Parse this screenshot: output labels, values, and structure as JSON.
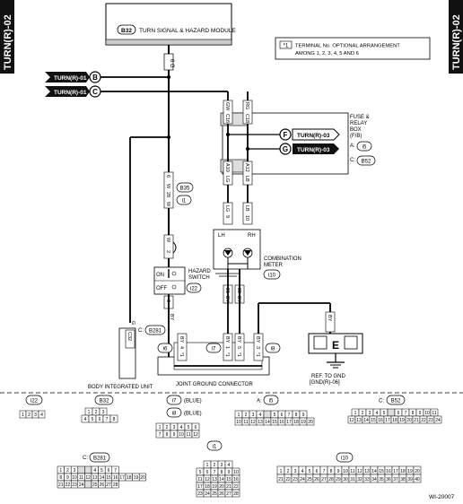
{
  "page_tags": {
    "left": "TURN(R)-02",
    "right": "TURN(R)-02"
  },
  "module": {
    "code": "B32",
    "name": "TURN SIGNAL & HAZARD MODULE",
    "pin": "6"
  },
  "note": {
    "symbol": "*1",
    "line1": "TERMINAL No. OPTIONAL ARRANGEMENT",
    "line2": "AMONG 1, 2, 3, 4, 5 AND 6"
  },
  "refs": {
    "turn_r01_b": {
      "text": "TURN(R)-01",
      "letter": "B"
    },
    "turn_r01_c": {
      "text": "TURN(R)-01",
      "letter": "C"
    },
    "turn_r03_f": {
      "text": "TURN(R)-03",
      "letter": "F"
    },
    "turn_r03_g": {
      "text": "TURN(R)-03",
      "letter": "G"
    }
  },
  "fuse_box": {
    "title1": "FUSE &",
    "title2": "RELAY",
    "title3": "BOX",
    "title4": "(F/B)",
    "a_label": "A:",
    "a_code": "i5",
    "c_label": "C:",
    "c_code": "B52",
    "pin_c16": "C16",
    "pin_c18": "C18",
    "pin_a10": "A10",
    "pin_a12": "A12"
  },
  "wires": {
    "gw": "GW",
    "rg": "RG",
    "lb": "LB",
    "lg": "LG",
    "w": "W",
    "by": "BY",
    "g": "G"
  },
  "connectors": {
    "b35": "B35",
    "i1": "i1",
    "i1_pin": "28",
    "b35_pin": "6",
    "hz_pin2": "2",
    "hz_pin3": "3"
  },
  "hazard": {
    "name1": "HAZARD",
    "name2": "SWITCH",
    "on": "ON",
    "off": "OFF",
    "code": "i22"
  },
  "meter": {
    "lh": "LH",
    "rh": "RH",
    "name1": "COMBINATION",
    "name2": "METER",
    "code": "i10",
    "pin_9": "9",
    "pin_10": "10",
    "pin_21": "21",
    "pin_22": "22"
  },
  "biu": {
    "code": "B281",
    "label_prefix": "C:",
    "pin": "C32",
    "name": "BODY INTEGRATED UNIT"
  },
  "jgc": {
    "name": "JOINT GROUND CONNECTOR",
    "i6": "i6",
    "i7": "i7",
    "i8": "i8",
    "pin4": "4",
    "pin1": "1",
    "pin5": "5",
    "pin3": "3",
    "mark": "*1"
  },
  "ground": {
    "letter": "E",
    "ref1": "REF. TO GND",
    "ref2": "[GND(R)-06]"
  },
  "legend": {
    "i22": {
      "code": "i22",
      "rows": [
        [
          "1",
          "2",
          "3",
          "4"
        ]
      ]
    },
    "b32": {
      "code": "B32",
      "rows": [
        [
          "1",
          "2",
          "3"
        ],
        [
          "4",
          "5",
          "6",
          "7",
          "8"
        ]
      ]
    },
    "i7": {
      "code": "i7",
      "suffix": "(BLUE)"
    },
    "i8": {
      "code": "i8",
      "suffix": "(BLUE)",
      "rows": [
        [
          "1",
          "2",
          "3",
          "4",
          "5",
          "6"
        ],
        [
          "7",
          "8",
          "9",
          "10",
          "11",
          "12"
        ]
      ]
    },
    "i5": {
      "prefix": "A:",
      "code": "i5",
      "rows": [
        [
          "1",
          "2",
          "3",
          "4",
          "",
          "5",
          "6",
          "7",
          "8",
          "9"
        ],
        [
          "10",
          "11",
          "12",
          "13",
          "14",
          "15",
          "16",
          "17",
          "18",
          "19",
          "20"
        ]
      ]
    },
    "b52": {
      "prefix": "C:",
      "code": "B52",
      "rows": [
        [
          "1",
          "2",
          "3",
          "4",
          "5",
          "",
          "6",
          "7",
          "8",
          "9",
          "10",
          "11"
        ],
        [
          "12",
          "13",
          "14",
          "15",
          "16",
          "17",
          "18",
          "19",
          "20",
          "21",
          "22",
          "23",
          "24"
        ]
      ]
    },
    "b281": {
      "prefix": "C:",
      "code": "B281",
      "rows": [
        [
          "1",
          "2",
          "3",
          "",
          "",
          "4",
          "5",
          "6",
          "7"
        ],
        [
          "8",
          "9",
          "10",
          "11",
          "12",
          "13",
          "14",
          "15",
          "16",
          "17",
          "18",
          "19",
          "20"
        ],
        [
          "21",
          "22",
          "23",
          "24",
          "",
          "25",
          "26",
          "27",
          "28"
        ]
      ]
    },
    "i1": {
      "code": "i1",
      "rows": [
        [
          "1",
          "2",
          "3",
          "4"
        ],
        [
          "5",
          "6",
          "7",
          "8",
          "9",
          "10"
        ],
        [
          "11",
          "12",
          "13",
          "14",
          "15",
          "16"
        ],
        [
          "17",
          "18",
          "19",
          "20",
          "21",
          "22"
        ],
        [
          "23",
          "24",
          "25",
          "26",
          "27",
          "28"
        ]
      ]
    },
    "i10": {
      "code": "i10",
      "rows": [
        [
          "1",
          "2",
          "3",
          "4",
          "5",
          "6",
          "7",
          "8",
          "9",
          "10",
          "11",
          "12",
          "13",
          "14",
          "15",
          "16",
          "17",
          "18",
          "19",
          "20"
        ],
        [
          "21",
          "22",
          "23",
          "24",
          "25",
          "26",
          "27",
          "28",
          "29",
          "30",
          "31",
          "32",
          "33",
          "34",
          "35",
          "36",
          "37",
          "38",
          "39",
          "40"
        ]
      ]
    }
  },
  "footer": {
    "code": "WI-20007"
  }
}
